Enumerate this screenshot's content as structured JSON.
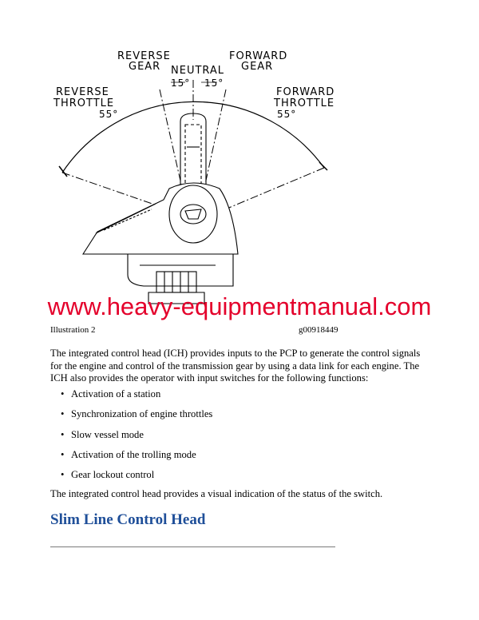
{
  "diagram": {
    "labels": {
      "reverse_gear": [
        "REVERSE",
        "GEAR"
      ],
      "neutral": "NEUTRAL",
      "forward_gear": [
        "FORWARD",
        "GEAR"
      ],
      "reverse_throttle": [
        "REVERSE",
        "THROTTLE"
      ],
      "forward_throttle": [
        "FORWARD",
        "THROTTLE"
      ],
      "angle_15_left": "15°",
      "angle_15_right": "15°",
      "angle_55_left": "55°",
      "angle_55_right": "55°"
    }
  },
  "watermark": "www.heavy-equipmentmanual.com",
  "caption": {
    "label": "Illustration 2",
    "code": "g00918449"
  },
  "intro": "The integrated control head (ICH) provides inputs to the PCP to generate the control signals for the engine and control of the transmission gear by using a data link for each engine. The ICH also provides the operator with input switches for the following functions:",
  "functions": [
    "Activation of a station",
    "Synchronization of engine throttles",
    "Slow vessel mode",
    "Activation of the trolling mode",
    "Gear lockout control"
  ],
  "bullet": "•",
  "status_note": "The integrated control head provides a visual indication of the status of the switch.",
  "section_heading": "Slim Line Control Head",
  "colors": {
    "watermark": "#e4002b",
    "heading": "#1f4f99"
  }
}
